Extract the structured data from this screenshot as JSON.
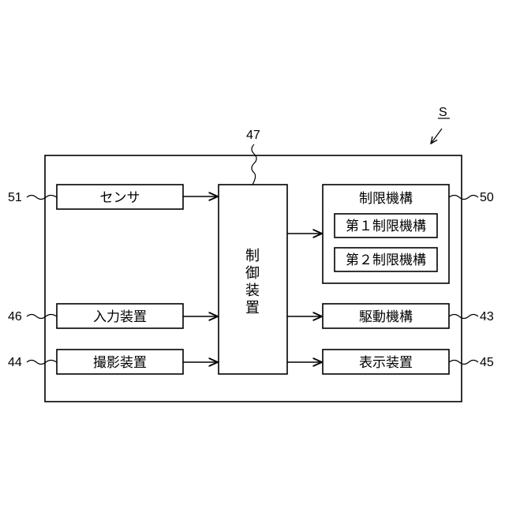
{
  "figure_label": "S",
  "blocks": {
    "sensor": {
      "label": "センサ",
      "ref": "51"
    },
    "input_device": {
      "label": "入力装置",
      "ref": "46"
    },
    "imaging_device": {
      "label": "撮影装置",
      "ref": "44"
    },
    "control_device": {
      "chars": [
        "制",
        "御",
        "装",
        "置"
      ],
      "ref": "47"
    },
    "restriction_mechanism": {
      "label": "制限機構",
      "ref": "50",
      "sub1": "第１制限機構",
      "sub2": "第２制限機構"
    },
    "drive_mechanism": {
      "label": "駆動機構",
      "ref": "43"
    },
    "display_device": {
      "label": "表示装置",
      "ref": "45"
    }
  }
}
